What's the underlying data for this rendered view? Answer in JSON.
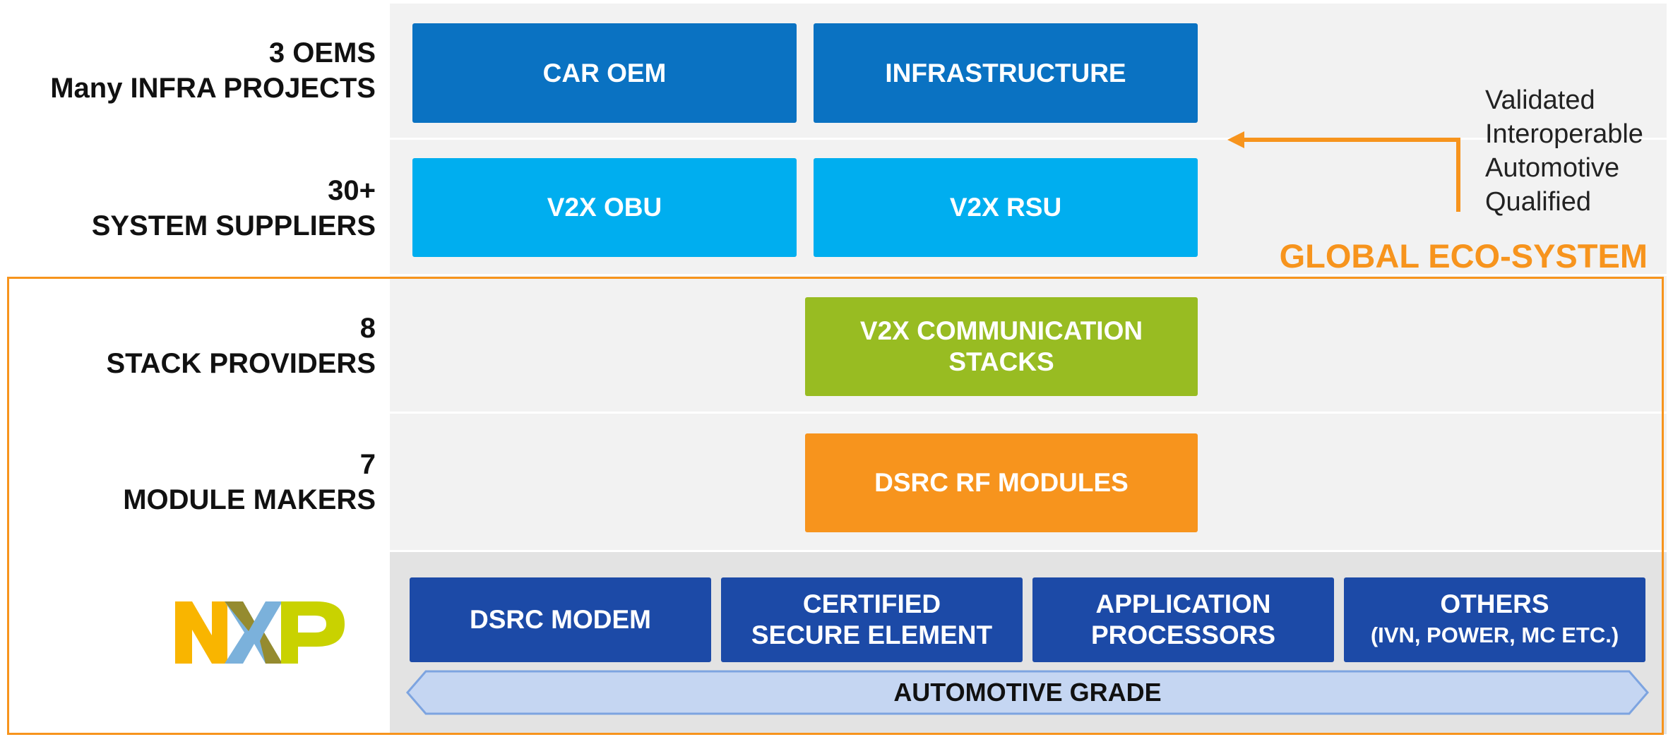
{
  "left_labels": [
    {
      "line1": "3 OEMS",
      "line2": "Many INFRA PROJECTS"
    },
    {
      "line1": "30+",
      "line2": "SYSTEM SUPPLIERS"
    },
    {
      "line1": "8",
      "line2": "STACK PROVIDERS"
    },
    {
      "line1": "7",
      "line2": "MODULE MAKERS"
    }
  ],
  "boxes": {
    "car_oem": "CAR OEM",
    "infrastructure": "INFRASTRUCTURE",
    "v2x_obu": "V2X OBU",
    "v2x_rsu": "V2X RSU",
    "v2x_stacks": [
      "V2X COMMUNICATION",
      "STACKS"
    ],
    "dsrc_rf": "DSRC RF MODULES",
    "dsrc_modem": "DSRC MODEM",
    "certified_se": [
      "CERTIFIED",
      "SECURE ELEMENT"
    ],
    "app_processors": [
      "APPLICATION",
      "PROCESSORS"
    ],
    "others": [
      "OTHERS",
      "(IVN, POWER, MC ETC.)"
    ]
  },
  "automotive_grade": "AUTOMOTIVE GRADE",
  "side_note": [
    "Validated",
    "Interoperable",
    "Automotive",
    "Qualified"
  ],
  "eco_title": "GLOBAL ECO-SYSTEM",
  "logo_text": "NXP",
  "colors": {
    "dark_blue": "#0A72C2",
    "light_blue": "#00AEEF",
    "green": "#98BC22",
    "orange": "#F7941D",
    "navy": "#1C4AA7",
    "band_light": "#F2F2F2",
    "band_dark": "#E3E3E3",
    "arrow_fill": "#C5D6F2",
    "arrow_stroke": "#7DA4E0"
  }
}
